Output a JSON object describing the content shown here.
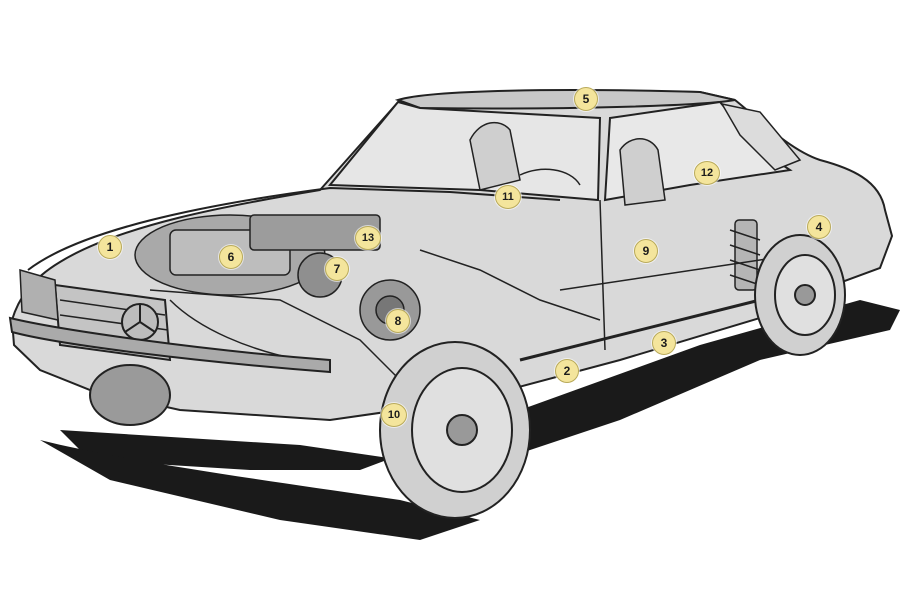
{
  "diagram": {
    "markers": [
      {
        "id": "1",
        "label": "1"
      },
      {
        "id": "2",
        "label": "2"
      },
      {
        "id": "3",
        "label": "3"
      },
      {
        "id": "4",
        "label": "4"
      },
      {
        "id": "5",
        "label": "5"
      },
      {
        "id": "6",
        "label": "6"
      },
      {
        "id": "7",
        "label": "7"
      },
      {
        "id": "8",
        "label": "8"
      },
      {
        "id": "9",
        "label": "9"
      },
      {
        "id": "10",
        "label": "10"
      },
      {
        "id": "11",
        "label": "11"
      },
      {
        "id": "12",
        "label": "12"
      },
      {
        "id": "13",
        "label": "13"
      }
    ],
    "colors": {
      "marker_fill": "#f4e59c",
      "body_fill": "#d9d9d9",
      "shadow": "#1a1a1a",
      "outline": "#222222"
    }
  }
}
